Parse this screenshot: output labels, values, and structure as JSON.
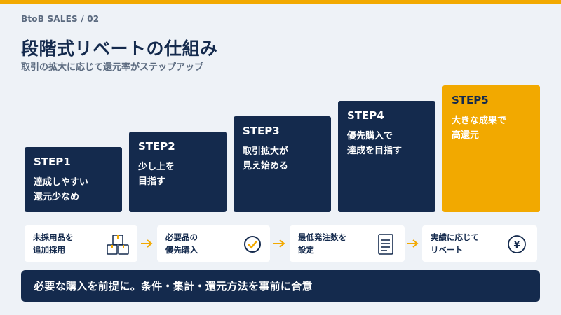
{
  "breadcrumb": "BtoB SALES  /  02",
  "title": "段階式リベートの仕組み",
  "subtitle": "取引の拡大に応じて還元率がステップアップ",
  "steps": [
    {
      "label": "STEP1",
      "line1": "達成しやすい",
      "line2": "還元少なめ"
    },
    {
      "label": "STEP2",
      "line1": "少し上を",
      "line2": "目指す"
    },
    {
      "label": "STEP3",
      "line1": "取引拡大が",
      "line2": "見え始める"
    },
    {
      "label": "STEP4",
      "line1": "優先購入で",
      "line2": "達成を目指す"
    },
    {
      "label": "STEP5",
      "line1": "大きな成果で",
      "line2": "高還元"
    }
  ],
  "flow": [
    {
      "line1": "未採用品を",
      "line2": "追加採用",
      "icon": "boxes-icon"
    },
    {
      "line1": "必要品の",
      "line2": "優先購入",
      "icon": "check-circle-icon"
    },
    {
      "line1": "最低発注数を",
      "line2": "設定",
      "icon": "document-icon"
    },
    {
      "line1": "実績に応じて",
      "line2": "リベート",
      "icon": "yen-coin-icon",
      "symbol": "¥"
    }
  ],
  "banner": "必要な購入を前提に。条件・集計・還元方法を事前に合意",
  "colors": {
    "navy": "#142a4d",
    "accent": "#f2a900",
    "background": "#eef2f7"
  }
}
